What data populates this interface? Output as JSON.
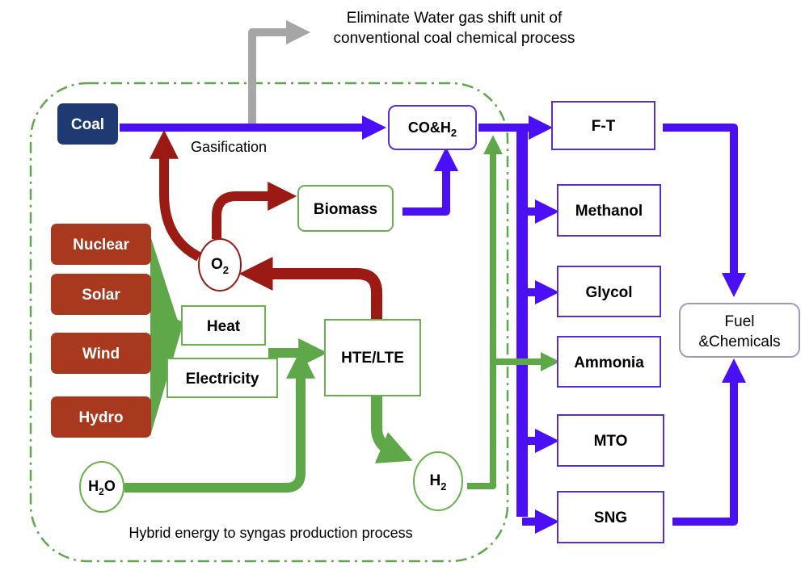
{
  "nodes": {
    "coal": "Coal",
    "syngas_main": "CO&H",
    "syngas_sub": "2",
    "biomass": "Biomass",
    "o2_main": "O",
    "o2_sub": "2",
    "nuclear": "Nuclear",
    "solar": "Solar",
    "wind": "Wind",
    "hydro": "Hydro",
    "heat": "Heat",
    "electricity": "Electricity",
    "electrolysis": "HTE/LTE",
    "h2o_pre": "H",
    "h2o_sub": "2",
    "h2o_post": "O",
    "h2_main": "H",
    "h2_sub": "2",
    "ft": "F-T",
    "methanol": "Methanol",
    "glycol": "Glycol",
    "ammonia": "Ammonia",
    "mto": "MTO",
    "sng": "SNG",
    "fuel_line1": "Fuel",
    "fuel_line2": "&Chemicals"
  },
  "annotations": {
    "eliminate_line1": "Eliminate Water gas shift unit of",
    "eliminate_line2": "conventional coal chemical process",
    "gasification": "Gasification",
    "region_label": "Hybrid energy to syngas production process"
  },
  "colors": {
    "coal_fill": "#1f3a73",
    "renewable_fill": "#a8381e",
    "flow_blue": "#4b0ff5",
    "flow_green": "#5fa84a",
    "flow_red": "#9b1a14",
    "flow_gray": "#a6a6a6",
    "box_purple": "#5a2fd0",
    "box_green": "#6ab04c",
    "fuel_border": "#9f98c6"
  }
}
